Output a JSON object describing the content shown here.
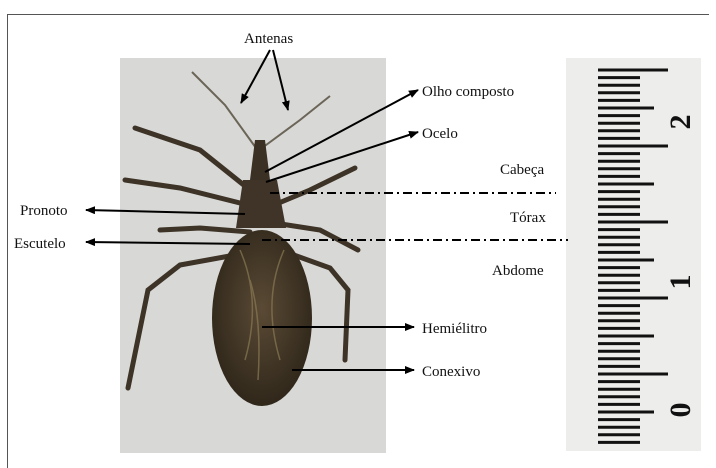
{
  "labels": {
    "antenas": "Antenas",
    "olho_composto": "Olho composto",
    "ocelo": "Ocelo",
    "cabeca": "Cabeça",
    "torax": "Tórax",
    "abdome": "Abdome",
    "pronoto": "Pronoto",
    "escutelo": "Escutelo",
    "hemielitro": "Hemiélitro",
    "conexivo": "Conexivo"
  },
  "ruler": {
    "numbers": [
      "2",
      "1",
      "0"
    ]
  }
}
